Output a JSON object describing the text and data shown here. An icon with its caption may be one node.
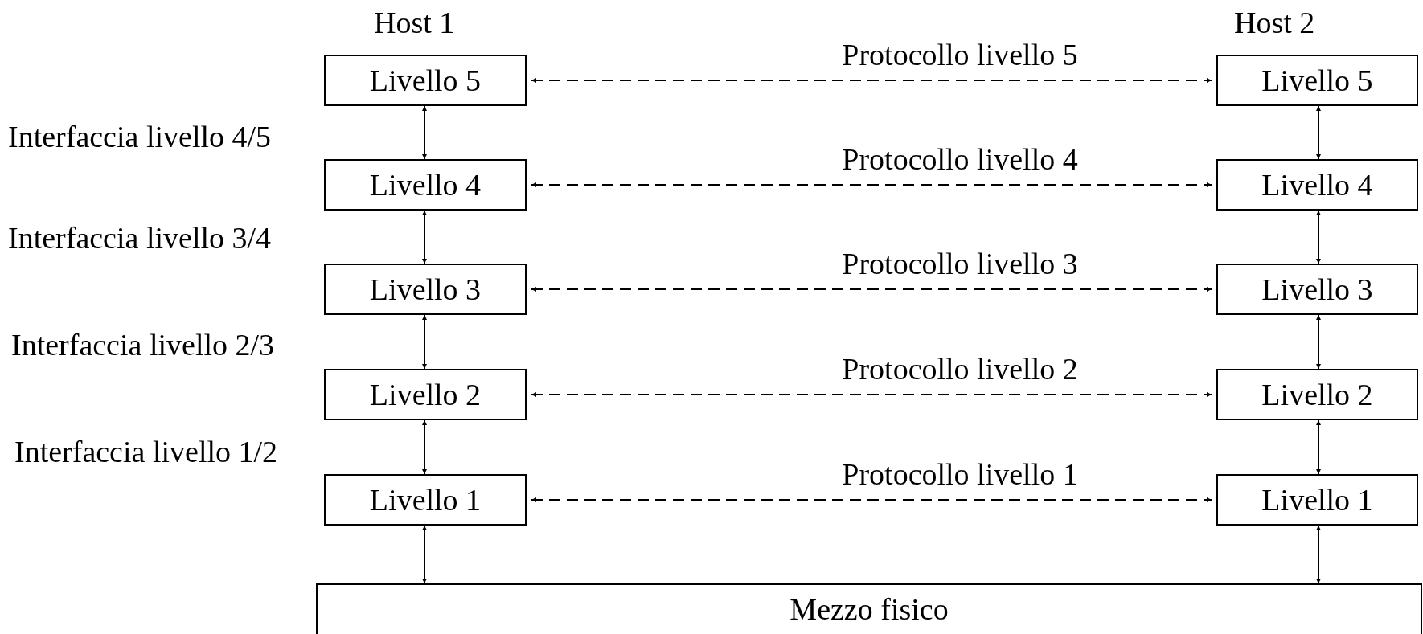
{
  "diagram": {
    "nodes": [
      {
        "text": [
          "Livello 5"
        ]
      },
      {
        "text": [
          "Livello 4"
        ]
      },
      {
        "text": [
          "Livello 3"
        ]
      },
      {
        "text": [
          "Livello 2"
        ]
      },
      {
        "text": [
          "Livello 1"
        ]
      },
      {
        "text": [
          "Livello 5"
        ]
      },
      {
        "text": [
          "Livello 4"
        ]
      },
      {
        "text": [
          "Livello 3"
        ]
      },
      {
        "text": [
          "Livello 2"
        ]
      },
      {
        "text": [
          "Livello 1"
        ]
      },
      {
        "text": [
          "Mezzo fisico"
        ]
      }
    ],
    "edges": [
      {
        "from": 0,
        "to": 5,
        "arrow": "both",
        "style": "dashed",
        "label": "Protocollo livello 5"
      },
      {
        "from": 1,
        "to": 6,
        "arrow": "both",
        "style": "dashed",
        "label": "Protocollo livello 4"
      },
      {
        "from": 2,
        "to": 7,
        "arrow": "both",
        "style": "dashed",
        "label": "Protocollo livello 3"
      },
      {
        "from": 3,
        "to": 8,
        "arrow": "both",
        "style": "dashed",
        "label": "Protocollo livello 2"
      },
      {
        "from": 4,
        "to": 9,
        "arrow": "both",
        "style": "dashed",
        "label": "Protocollo livello 1"
      },
      {
        "from": 0,
        "to": 1,
        "arrow": "both"
      },
      {
        "from": 1,
        "to": 2,
        "arrow": "both"
      },
      {
        "from": 2,
        "to": 3,
        "arrow": "both"
      },
      {
        "from": 3,
        "to": 4,
        "arrow": "both"
      },
      {
        "from": 4,
        "to": 10,
        "arrow": "both"
      },
      {
        "from": 5,
        "to": 6,
        "arrow": "both"
      },
      {
        "from": 6,
        "to": 7,
        "arrow": "both"
      },
      {
        "from": 7,
        "to": 8,
        "arrow": "both"
      },
      {
        "from": 8,
        "to": 9,
        "arrow": "both"
      },
      {
        "from": 9,
        "to": 10,
        "arrow": "both"
      }
    ],
    "labels": [
      "Host 1",
      "Host 2",
      "Interfaccia livello 4/5",
      "Interfaccia livello 3/4",
      "Interfaccia livello 2/3",
      "Interfaccia livello 1/2"
    ]
  }
}
